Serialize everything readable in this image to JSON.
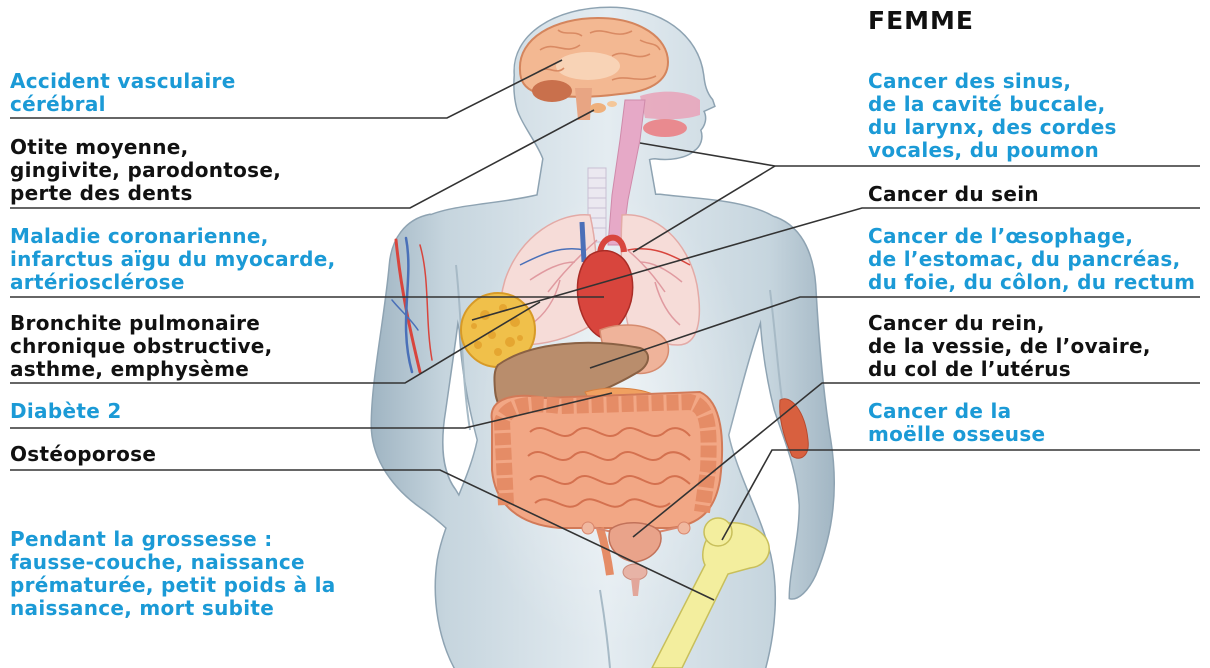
{
  "title": "FEMME",
  "colors": {
    "blue": "#1b9ad6",
    "black": "#111111",
    "leader_line": "#333333",
    "body": "#c9d7e0",
    "brain": "#f3b892",
    "heart": "#d8453d",
    "liver": "#b98d6c",
    "breast": "#f0c04a",
    "intestines": "#f2a785",
    "bone": "#f3ee9e"
  },
  "left": [
    {
      "lines": [
        "Accident vasculaire",
        "cérébral"
      ]
    },
    {
      "lines": [
        "Otite moyenne,",
        "gingivite, parodontose,",
        "perte des dents"
      ]
    },
    {
      "lines": [
        "Maladie coronarienne,",
        "infarctus aïgu du myocarde,",
        "artériosclérose"
      ]
    },
    {
      "lines": [
        "Bronchite pulmonaire",
        "chronique obstructive,",
        "asthme, emphysème"
      ]
    },
    {
      "lines": [
        "Diabète 2"
      ]
    },
    {
      "lines": [
        "Ostéoporose"
      ]
    },
    {
      "lines": [
        "Pendant la grossesse :",
        "fausse-couche, naissance",
        "prématurée, petit poids à la",
        "naissance, mort subite"
      ]
    }
  ],
  "right": [
    {
      "lines": [
        "Cancer des sinus,",
        "de la cavité buccale,",
        "du larynx, des cordes",
        "vocales, du poumon"
      ]
    },
    {
      "lines": [
        "Cancer du sein"
      ]
    },
    {
      "lines": [
        "Cancer de l’œsophage,",
        "de l’estomac, du pancréas,",
        "du foie, du côlon, du rectum"
      ]
    },
    {
      "lines": [
        "Cancer du rein,",
        "de la vessie, de l’ovaire,",
        "du col de l’utérus"
      ]
    },
    {
      "lines": [
        "Cancer de la",
        "moëlle osseuse"
      ]
    }
  ]
}
